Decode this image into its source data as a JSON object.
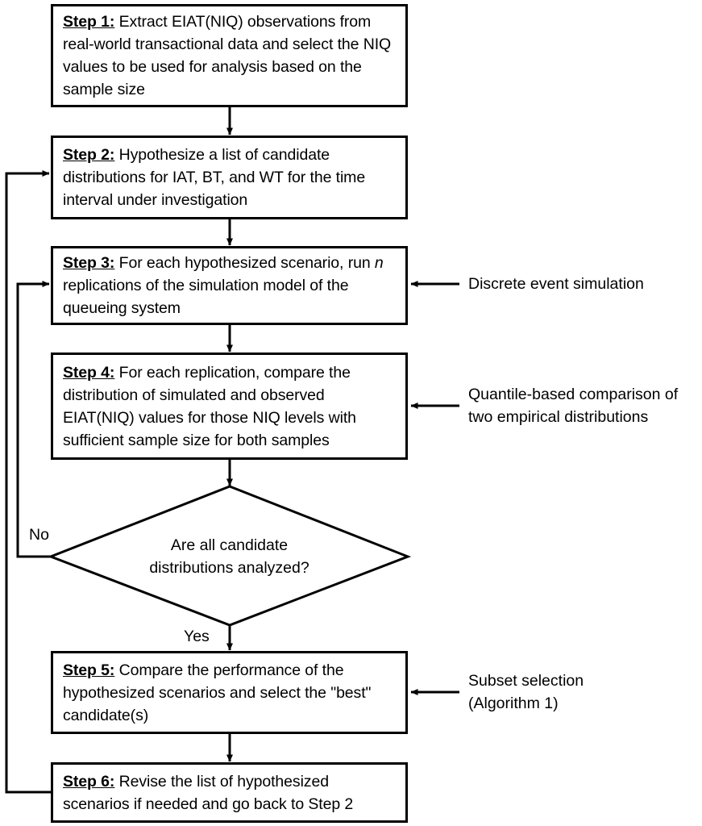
{
  "diagram": {
    "title": "Flowchart of the simulation-based input modeling methodology",
    "type": "flowchart",
    "stroke_color": "#000000",
    "background_color": "#ffffff"
  },
  "nodes": {
    "step1": {
      "shape": "process",
      "step_label": "Step 1:",
      "text": " Extract EIAT(NIQ) observations from real-world transactional data and select the NIQ values to be used for analysis based on the sample size"
    },
    "step2": {
      "shape": "process",
      "step_label": "Step 2:",
      "text": " Hypothesize a list of candidate distributions for IAT, BT, and WT for the time interval under investigation"
    },
    "step3": {
      "shape": "process",
      "step_label": "Step 3:",
      "text_before_italic": " For each hypothesized scenario, run ",
      "italic_token": "n",
      "text_after_italic": " replications of the simulation model of the queueing system"
    },
    "step4": {
      "shape": "process",
      "step_label": "Step 4:",
      "text": " For each replication, compare the distribution of simulated and observed EIAT(NIQ) values for those NIQ levels with sufficient sample size for both samples"
    },
    "decision": {
      "shape": "diamond",
      "line1": "Are all candidate",
      "line2": "distributions analyzed?"
    },
    "step5": {
      "shape": "process",
      "step_label": "Step 5:",
      "text": " Compare the performance of the hypothesized scenarios and select the \"best\" candidate(s)"
    },
    "step6": {
      "shape": "process",
      "step_label": "Step 6:",
      "text": " Revise the list of hypothesized scenarios if needed and go back to Step 2"
    }
  },
  "branch_labels": {
    "no": "No",
    "yes": "Yes"
  },
  "annotations": {
    "step3_note": "Discrete event simulation",
    "step4_note_line1": "Quantile-based comparison of",
    "step4_note_line2": "two empirical distributions",
    "step5_note_line1": "Subset selection",
    "step5_note_line2": "(Algorithm 1)"
  }
}
